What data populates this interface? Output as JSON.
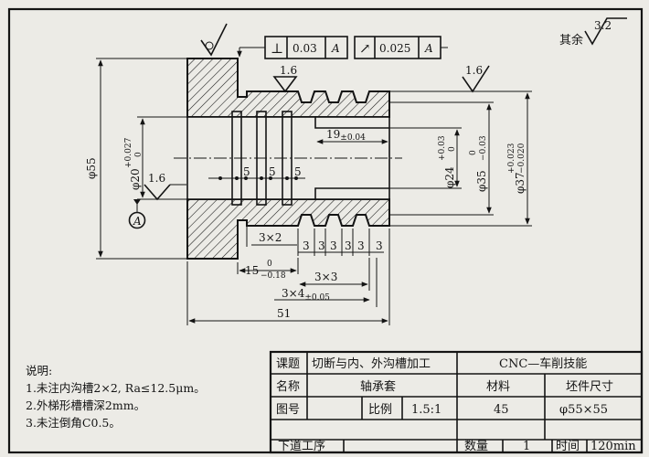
{
  "geo_tolerances": [
    {
      "symbol": "⊥",
      "value": "0.03",
      "datum": "A"
    },
    {
      "symbol": "↗",
      "value": "0.025",
      "datum": "A"
    }
  ],
  "surface_finish": {
    "general": "其余",
    "general_value": "3.2",
    "left_value": "1.6",
    "top_value": "1.6",
    "right_value": "1.6"
  },
  "datum_label": "A",
  "dimensions": {
    "phi55": "φ55",
    "phi20": "φ20",
    "phi20_upper": "+0.027",
    "phi20_lower": "0",
    "phi24": "φ24",
    "phi24_upper": "+0.03",
    "phi24_lower": "0",
    "phi35": "φ35",
    "phi35_upper": "0",
    "phi35_lower": "−0.03",
    "phi37": "φ37",
    "phi37_upper": "+0.023",
    "phi37_lower": "−0.020",
    "len19": "19",
    "len19_tol": "±0.04",
    "groove5": "5",
    "groove3x2": "3×2",
    "trap3": "3",
    "len15": "15",
    "len15_upper": "0",
    "len15_lower": "−0.18",
    "len3x3": "3×3",
    "len3x4": "3×4",
    "len3x4_tol": "±0.05",
    "len51": "51"
  },
  "notes": {
    "title": "说明:",
    "line1": "1.未注内沟槽2×2, Ra≤12.5μm。",
    "line2": "2.外梯形槽槽深2mm。",
    "line3": "3.未注倒角C0.5。"
  },
  "title_block": {
    "topic_label": "课题",
    "topic_value": "切断与内、外沟槽加工",
    "skill": "CNC—车削技能",
    "name_label": "名称",
    "name_value": "轴承套",
    "material_label": "材料",
    "blank_label": "坯件尺寸",
    "drawing_no_label": "图号",
    "scale_label": "比例",
    "scale_value": "1.5:1",
    "material_value": "45",
    "blank_value": "φ55×55",
    "next_process_label": "下道工序",
    "quantity_label": "数量",
    "quantity_value": "1",
    "time_label": "时间",
    "time_value": "120min"
  }
}
